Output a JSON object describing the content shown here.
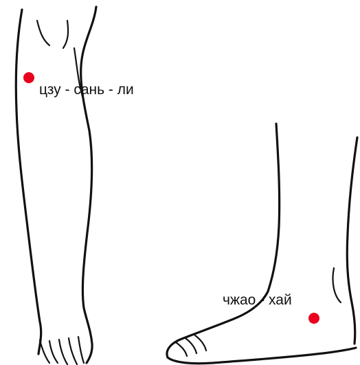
{
  "acupoints": [
    {
      "id": "zu-san-li",
      "label": "цзу - сань - ли",
      "color": "#e8001c"
    },
    {
      "id": "zhao-hai",
      "label": "чжао - хай",
      "color": "#e8001c"
    }
  ],
  "figures": [
    {
      "name": "lower-leg-front-view"
    },
    {
      "name": "foot-medial-side-view"
    }
  ]
}
